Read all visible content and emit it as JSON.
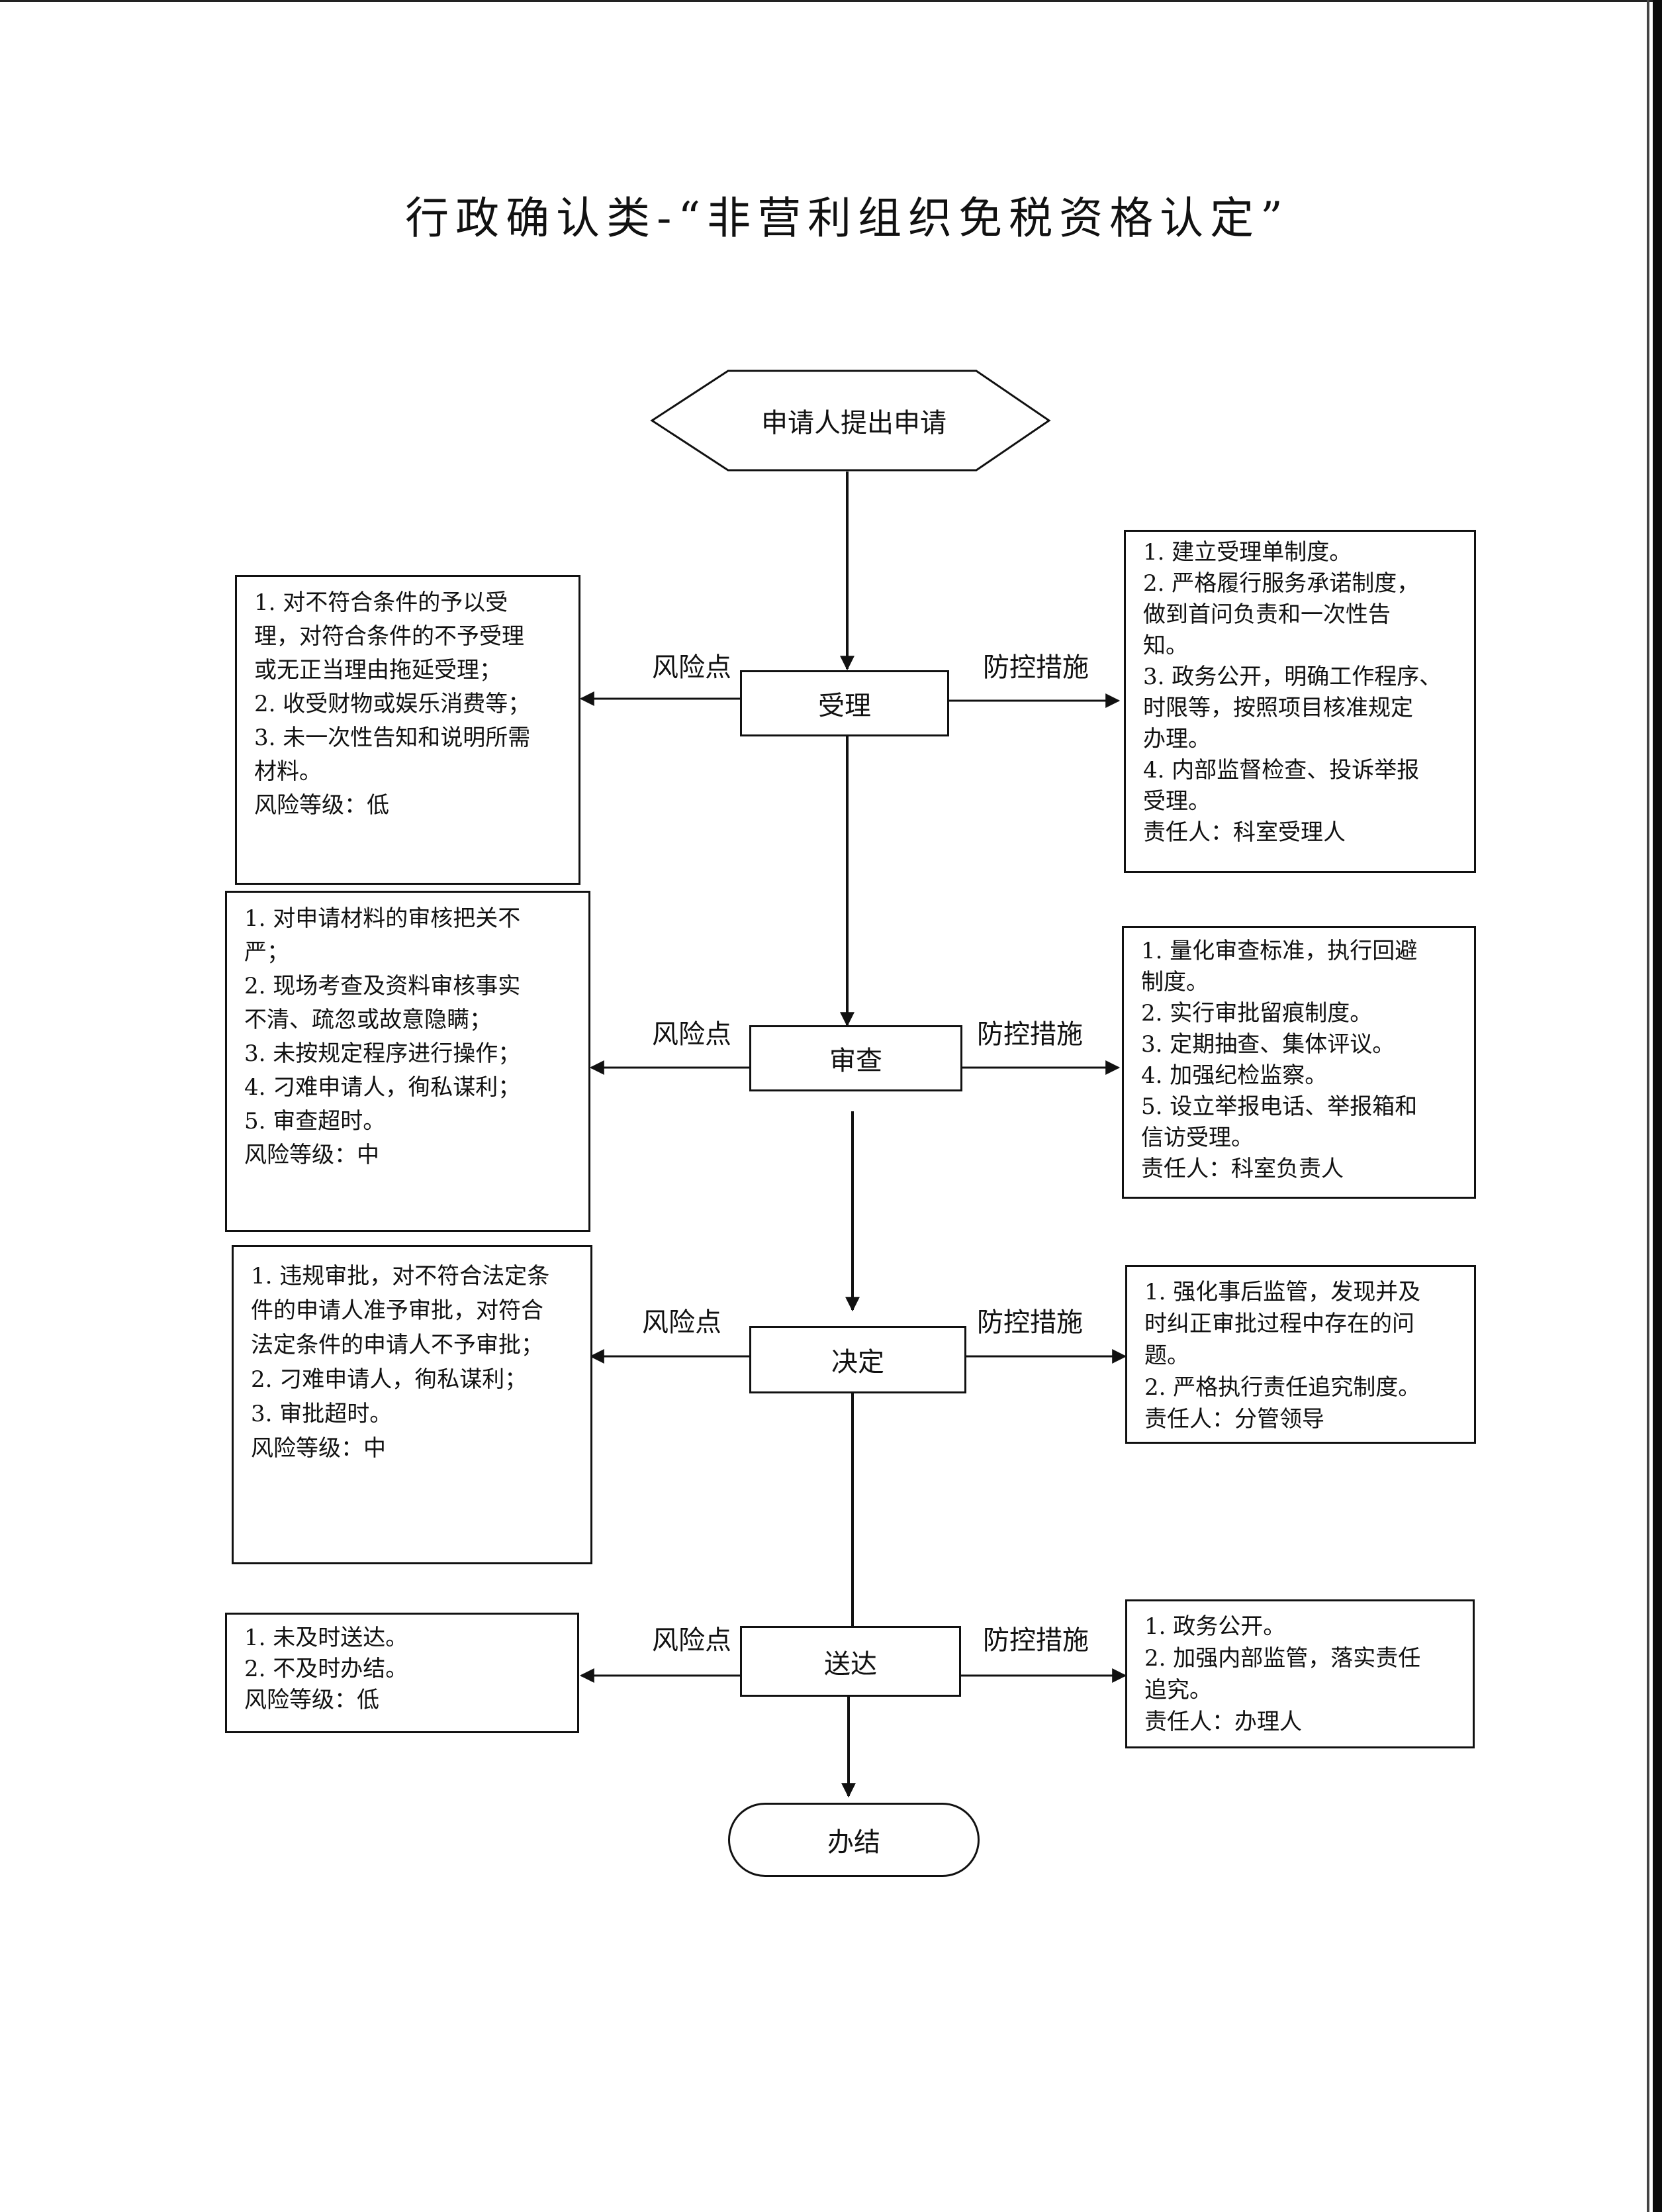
{
  "title": "行政确认类-“非营利组织免税资格认定”",
  "start": "申请人提出申请",
  "end": "办结",
  "edge_labels": {
    "risk": "风险点",
    "control": "防控措施"
  },
  "steps": [
    {
      "name": "受理",
      "risk": [
        "1. 对不符合条件的予以受",
        "理，对符合条件的不予受理",
        "或无正当理由拖延受理；",
        "2. 收受财物或娱乐消费等；",
        "3. 未一次性告知和说明所需",
        "材料。",
        "风险等级：低"
      ],
      "control": [
        "1. 建立受理单制度。",
        "2. 严格履行服务承诺制度，",
        "做到首问负责和一次性告",
        "知。",
        "3. 政务公开，明确工作程序、",
        "时限等，按照项目核准规定",
        "办理。",
        "4. 内部监督检查、投诉举报",
        "受理。",
        "责任人：科室受理人"
      ]
    },
    {
      "name": "审查",
      "risk": [
        "1. 对申请材料的审核把关不",
        "严；",
        "2. 现场考查及资料审核事实",
        "不清、疏忽或故意隐瞒；",
        "3. 未按规定程序进行操作；",
        "4. 刁难申请人，徇私谋利；",
        "5. 审查超时。",
        "风险等级：中"
      ],
      "control": [
        "1. 量化审查标准，执行回避",
        "制度。",
        "2. 实行审批留痕制度。",
        "3. 定期抽查、集体评议。",
        "4. 加强纪检监察。",
        "5. 设立举报电话、举报箱和",
        "信访受理。",
        "责任人：科室负责人"
      ]
    },
    {
      "name": "决定",
      "risk": [
        "1. 违规审批，对不符合法定条",
        "件的申请人准予审批，对符合",
        "法定条件的申请人不予审批；",
        "2. 刁难申请人，徇私谋利；",
        "3. 审批超时。",
        "风险等级：中"
      ],
      "control": [
        "1. 强化事后监管，发现并及",
        "时纠正审批过程中存在的问",
        "题。",
        "2. 严格执行责任追究制度。",
        "责任人：分管领导"
      ]
    },
    {
      "name": "送达",
      "risk": [
        "1. 未及时送达。",
        "2. 不及时办结。",
        "风险等级：低"
      ],
      "control": [
        "1. 政务公开。",
        "2. 加强内部监管，落实责任",
        "追究。",
        "责任人：办理人"
      ]
    }
  ]
}
